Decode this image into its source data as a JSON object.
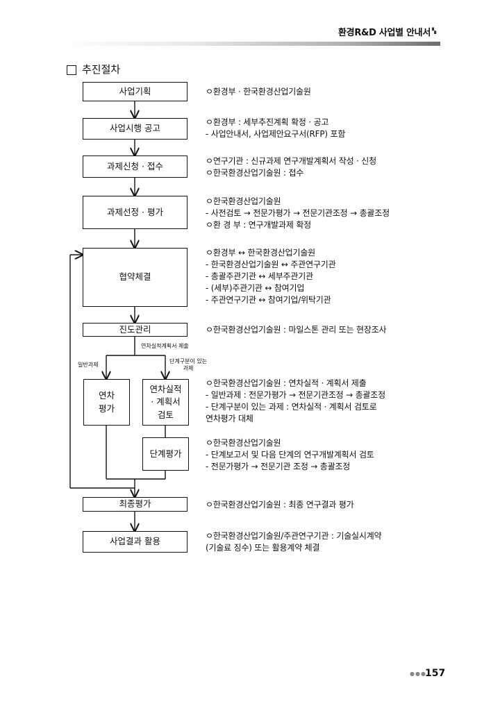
{
  "header": {
    "title": "환경R&D 사업별 안내서"
  },
  "section": {
    "title": "추진절차"
  },
  "flow": {
    "boxes": {
      "b1": "사업기획",
      "b2": "사업시행 공고",
      "b3": "과제신청 · 접수",
      "b4": "과제선정 · 평가",
      "b5": "협약체결",
      "b6": "진도관리",
      "b7": "연차\n평가",
      "b8": "연차실적\n· 계획서\n검토",
      "b9": "단계평가",
      "b10": "최종평가",
      "b11": "사업결과 활용"
    },
    "labels": {
      "submit": "연차실적계획서 제출",
      "general": "일반과제",
      "staged": "단계구분이 있는\n과제"
    }
  },
  "notes": {
    "n1": [
      "ㅇ환경부 · 한국환경산업기술원"
    ],
    "n2": [
      "ㅇ환경부 : 세부추진계획 확정 · 공고",
      " - 사업안내서, 사업제안요구서(RFP) 포함"
    ],
    "n3": [
      "ㅇ연구기관 : 신규과제 연구개발계획서 작성 · 신청",
      "ㅇ한국환경산업기술원 : 접수"
    ],
    "n4": [
      "ㅇ한국환경산업기술원",
      " - 사전검토 → 전문가평가 → 전문기관조정 → 총괄조정",
      "ㅇ환 경 부 : 연구개발과제 확정"
    ],
    "n5": [
      "ㅇ환경부 ↔ 한국환경산업기술원",
      " - 한국환경산업기술원 ↔ 주관연구기관",
      " - 총괄주관기관 ↔ 세부주관기관",
      " - (세부)주관기관 ↔ 참여기업",
      " - 주관연구기관 ↔ 참여기업/위탁기관"
    ],
    "n6": [
      "ㅇ한국환경산업기술원 : 마일스톤 관리 또는 현장조사"
    ],
    "n7": [
      "ㅇ한국환경산업기술원 : 연차실적 · 계획서 제출",
      " - 일반과제 : 전문가평가 → 전문기관조정 → 총괄조정",
      " - 단계구분이 있는 과제 : 연차실적 · 계획서 검토로",
      "   연차평가 대체"
    ],
    "n8": [
      "ㅇ한국환경산업기술원",
      " - 단계보고서 및 다음 단계의 연구개발계획서 검토",
      " - 전문가평가 → 전문기관 조정 → 총괄조정"
    ],
    "n9": [
      "ㅇ한국환경산업기술원 : 최종 연구결과 평가"
    ],
    "n10": [
      "ㅇ한국환경산업기술원/주관연구기관 : 기술실시계약",
      "  (기술료 징수) 또는 활용계약 체결"
    ]
  },
  "footer": {
    "page_number": "157",
    "dots": "●●●"
  }
}
